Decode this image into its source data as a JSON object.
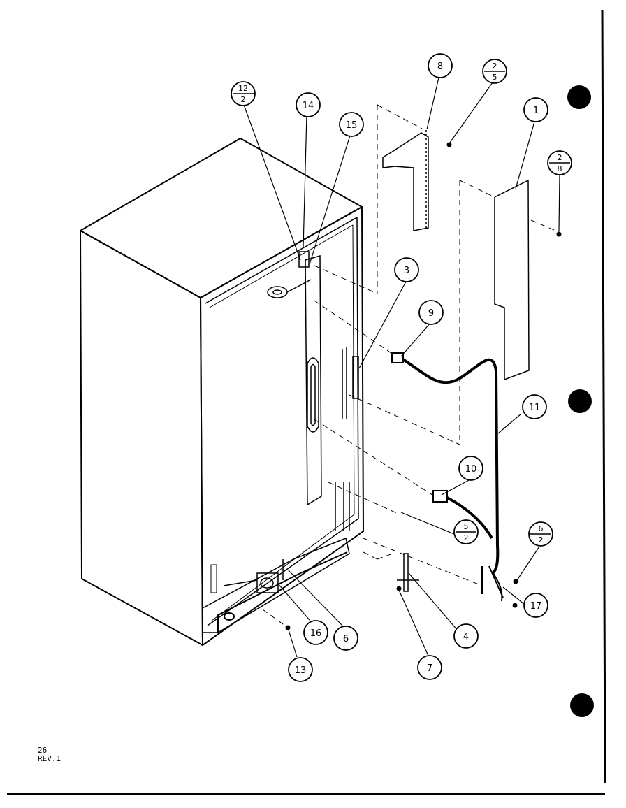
{
  "diagram": {
    "callouts": [
      {
        "id": "c1",
        "label": "1"
      },
      {
        "id": "c3",
        "label": "3"
      },
      {
        "id": "c4",
        "label": "4"
      },
      {
        "id": "c6",
        "label": "6"
      },
      {
        "id": "c7",
        "label": "7"
      },
      {
        "id": "c8",
        "label": "8"
      },
      {
        "id": "c9",
        "label": "9"
      },
      {
        "id": "c10",
        "label": "10"
      },
      {
        "id": "c11",
        "label": "11"
      },
      {
        "id": "c13",
        "label": "13"
      },
      {
        "id": "c14",
        "label": "14"
      },
      {
        "id": "c15",
        "label": "15"
      },
      {
        "id": "c16",
        "label": "16"
      },
      {
        "id": "c17",
        "label": "17"
      }
    ],
    "fraction_callouts": [
      {
        "id": "f12_2",
        "top": "12",
        "bottom": "2"
      },
      {
        "id": "f2_5",
        "top": "2",
        "bottom": "5"
      },
      {
        "id": "f2_8",
        "top": "2",
        "bottom": "8"
      },
      {
        "id": "f5_2",
        "top": "5",
        "bottom": "2"
      },
      {
        "id": "f6_2",
        "top": "6",
        "bottom": "2"
      }
    ]
  },
  "footer": {
    "page_number": "26",
    "revision": "REV.1"
  }
}
